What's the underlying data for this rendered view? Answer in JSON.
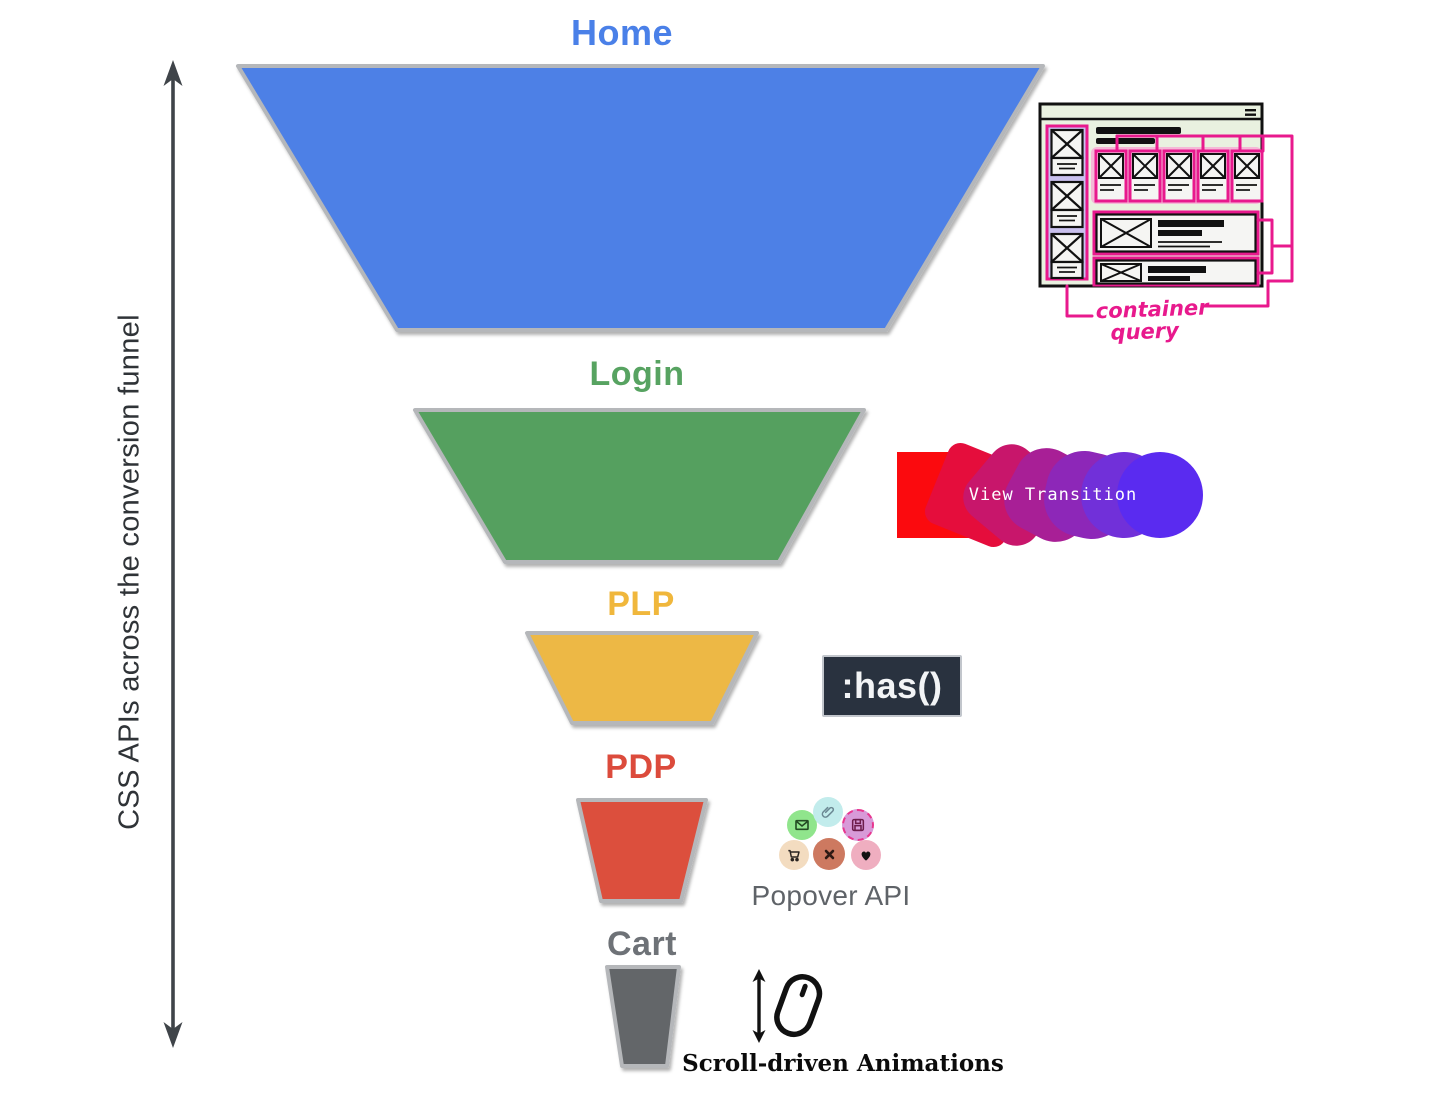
{
  "axis": {
    "label": "CSS APIs across the conversion funnel",
    "arrow_color": "#3f4449",
    "text_color": "#2f3337"
  },
  "funnel": {
    "outline_color": "#b5b7ba",
    "stages": [
      {
        "id": "home",
        "label": "Home",
        "fill": "#4d80e6",
        "label_color": "#4a80e8"
      },
      {
        "id": "login",
        "label": "Login",
        "fill": "#55a05e",
        "label_color": "#57a361"
      },
      {
        "id": "plp",
        "label": "PLP",
        "fill": "#edb844",
        "label_color": "#f0b73c"
      },
      {
        "id": "pdp",
        "label": "PDP",
        "fill": "#dc4f3d",
        "label_color": "#dc4b3c"
      },
      {
        "id": "cart",
        "label": "Cart",
        "fill": "#636669",
        "label_color": "#6e7277"
      }
    ]
  },
  "annotations": {
    "container_query": {
      "label_line1": "container",
      "label_line2": "query",
      "accent": "#e8198d",
      "mockup_bg": "#e9f1e0",
      "sidebar_bg": "#c9c0ee",
      "glow": "#f5b8d7"
    },
    "view_transition": {
      "label": "View Transition",
      "text_color": "#ffffff",
      "shape_colors": [
        "#fb0a0e",
        "#e50d3c",
        "#c8166b",
        "#a81f96",
        "#8d27b8",
        "#7130d9",
        "#5a2bf0"
      ]
    },
    "has_selector": {
      "label": ":has()",
      "bg": "#29323f",
      "text_color": "#f2f4f6"
    },
    "popover": {
      "label": "Popover API",
      "label_color": "#5f6368",
      "icons": [
        {
          "name": "email",
          "bg": "#90e58c",
          "fg": "#234a23"
        },
        {
          "name": "paperclip",
          "bg": "#c2ecec",
          "fg": "#6b8893"
        },
        {
          "name": "save",
          "bg": "#d89ad8",
          "fg": "#6e1d4c"
        },
        {
          "name": "cart",
          "bg": "#f3dcc0",
          "fg": "#2a2420"
        },
        {
          "name": "close",
          "bg": "#cd7960",
          "fg": "#2f1a14"
        },
        {
          "name": "heart",
          "bg": "#efaec0",
          "fg": "#121212"
        }
      ]
    },
    "scroll_driven": {
      "label": "Scroll-driven Animations",
      "color": "#0b0b0b"
    }
  }
}
